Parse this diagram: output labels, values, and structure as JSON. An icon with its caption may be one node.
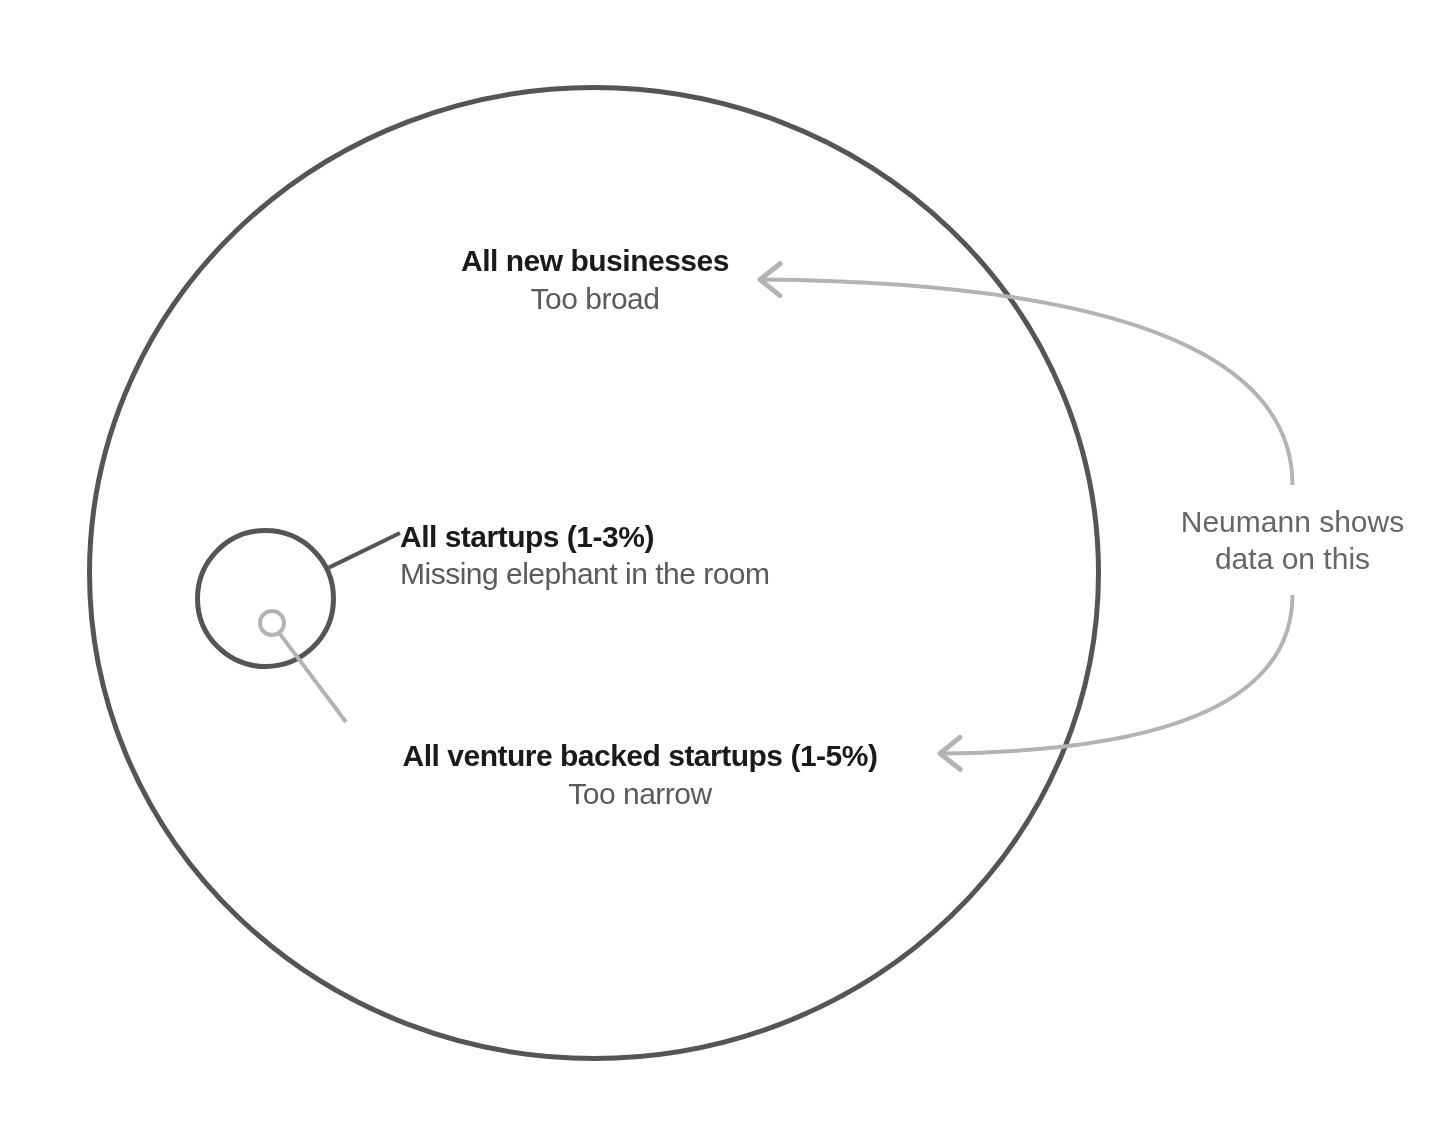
{
  "diagram": {
    "nodes": [
      {
        "text": [],
        "shape": "circle"
      },
      {
        "text": [
          "All new businesses",
          "Too broad"
        ],
        "in": 0
      },
      {
        "text": [],
        "shape": "circle",
        "in": 0
      },
      {
        "text": [],
        "shape": "circle",
        "in": 2
      },
      {
        "text": [
          "All startups (1-3%)",
          "Missing elephant in the room"
        ],
        "in": 0
      },
      {
        "text": [
          "All venture backed startups (1-5%)",
          "Too narrow"
        ],
        "in": 0
      },
      {
        "text": [
          "Neumann shows data on this"
        ]
      }
    ],
    "edges": [
      {
        "from": 6,
        "to": 1,
        "arrow": "to",
        "color": "#b3b3b3"
      },
      {
        "from": 6,
        "to": 5,
        "arrow": "to",
        "color": "#b3b3b3"
      },
      {
        "from": 2,
        "to": 4,
        "arrow": "none",
        "color": "#555555"
      },
      {
        "from": 3,
        "to": 5,
        "arrow": "none",
        "color": "#b3b3b3"
      }
    ]
  }
}
